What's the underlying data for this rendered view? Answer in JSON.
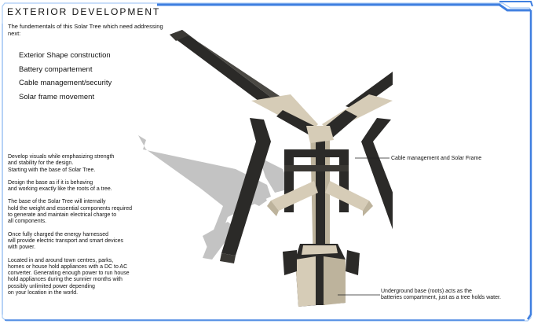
{
  "title": "EXTERIOR DEVELOPMENT",
  "intro": "The fundementals of this Solar Tree which need addressing next:",
  "fundamentals": [
    "Exterior Shape construction",
    "Battery compartement",
    "Cable management/security",
    "Solar frame movement"
  ],
  "paragraphs": [
    "Develop visuals while emphasizing strength\nand stability for the design.\nStarting with the base of Solar Tree.",
    "Design the base as if it is behaving\nand working exactly like the roots of a tree.",
    "The base of the Solar Tree will internally\nhold the weight and essential components required\nto generate and maintain electrical charge to\nall components.",
    "Once fully charged the energy harnessed\nwill provide electric transport and smart devices\nwith power.",
    "Located in and around town centres, parks,\nhomes or house hold appliances with a DC to AC\nconverter. Generating enough power to run house\nhold appliances during the sunnier months with\npossibly unlimited power depending\non your location in the world."
  ],
  "callouts": {
    "frame": "Cable management and Solar Frame",
    "base": "Underground base (roots) acts as the\nbatteries compartment, just as a tree holds water."
  },
  "colors": {
    "frame_blue": "#3f7fe0",
    "frame_light": "#a9cbf5",
    "dark_beam": "#2b2a28",
    "beige": "#cfc6b2",
    "shadow": "#b8b8b8"
  }
}
